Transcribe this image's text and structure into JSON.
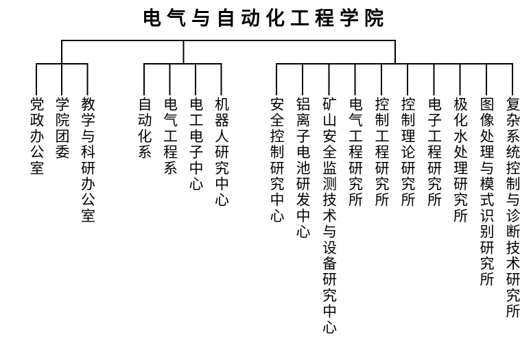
{
  "title": "电气与自动化工程学院",
  "groups": [
    {
      "name": "administration",
      "items": [
        "党政办公室",
        "学院团委",
        "教学与科研办公室"
      ]
    },
    {
      "name": "departments-centers",
      "items": [
        "自动化系",
        "电气工程系",
        "电工电子中心",
        "机器人研究中心"
      ]
    },
    {
      "name": "research-institutes",
      "items": [
        "安全控制研究中心",
        "铝离子电池研发中心",
        "矿山安全监测技术与设备研究中心",
        "电气工程研究所",
        "控制工程研究所",
        "控制理论研究所",
        "电子工程研究所",
        "极化水处理研究所",
        "图像处理与模式识别研究所",
        "复杂系统控制与诊断技术研究所"
      ]
    }
  ],
  "colors": {
    "line": "#000000",
    "text": "#000000",
    "background": "#ffffff"
  }
}
